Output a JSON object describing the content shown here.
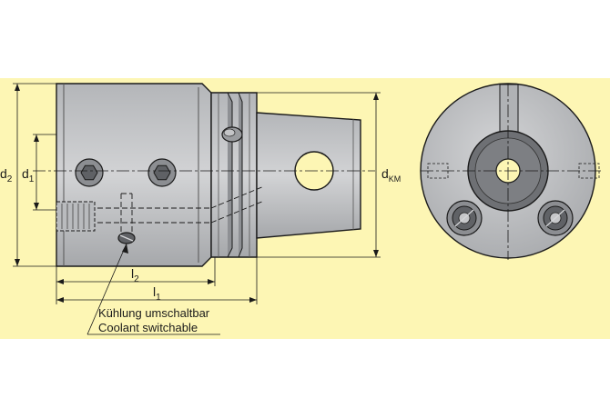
{
  "colors": {
    "background_panel": "#fdf6b4",
    "metal_light": "#c9cacc",
    "metal_mid": "#a9abae",
    "metal_dark": "#6d6f73",
    "line": "#1a1a1a"
  },
  "dimensions": {
    "d2_main": "d",
    "d2_sub": "2",
    "d1_main": "d",
    "d1_sub": "1",
    "dkm_main": "d",
    "dkm_sub": "KM",
    "l2_main": "l",
    "l2_sub": "2",
    "l1_main": "l",
    "l1_sub": "1"
  },
  "note": {
    "line1": "Kühlung umschaltbar",
    "line2": "Coolant switchable"
  }
}
